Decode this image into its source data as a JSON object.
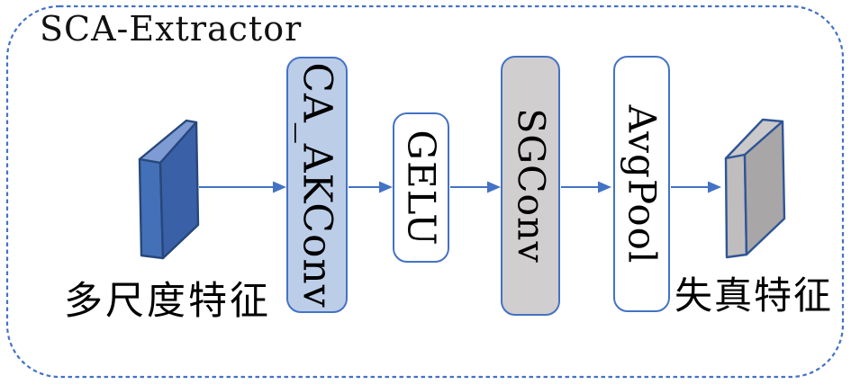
{
  "diagram": {
    "title": "SCA-Extractor",
    "input": {
      "label": "多尺度特征"
    },
    "output": {
      "label": "失真特征"
    },
    "blocks": [
      {
        "id": "ca-akconv",
        "label": "CA_AKConv"
      },
      {
        "id": "gelu",
        "label": "GELU"
      },
      {
        "id": "sgconv",
        "label": "SGConv"
      },
      {
        "id": "avgpool",
        "label": "AvgPool"
      }
    ]
  },
  "colors": {
    "frame_dash": "#4472C4",
    "arrow": "#4472C4",
    "box_border": "#4472C4",
    "blue_box_fill": "#BCCDE8",
    "white_box_fill": "#FFFFFF",
    "gray_box_fill": "#D0CECE",
    "slab_blue_top": "#7E9CD3",
    "slab_blue_side": "#4470B8",
    "slab_blue_main": "#3A60A8",
    "slab_blue_outline": "#27477A",
    "slab_gray_top": "#CBC9CA",
    "slab_gray_side": "#BFBDBE",
    "slab_gray_main": "#A8A6A7",
    "slab_gray_outline": "#2F5597",
    "text": "#000000"
  }
}
